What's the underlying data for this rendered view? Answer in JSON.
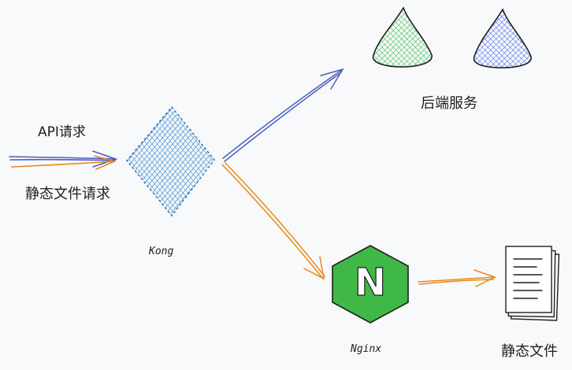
{
  "labels": {
    "api_request": "API请求",
    "static_request": "静态文件请求",
    "kong": "Kong",
    "backend": "后端服务",
    "nginx": "Nginx",
    "nginx_logo_letter": "N",
    "static_files": "静态文件"
  },
  "colors": {
    "blue_arrow": "#4a5fc1",
    "orange_arrow": "#e8891c",
    "kong_fill": "#4a90d9",
    "backend_green": "#40c057",
    "backend_blue": "#4c6ef5",
    "nginx_green": "#40b847",
    "stroke": "#1e1e1e"
  },
  "icons": {
    "kong": "diamond-icon",
    "backend_1": "green-cone-icon",
    "backend_2": "blue-cone-icon",
    "nginx": "nginx-logo-icon",
    "files": "document-stack-icon"
  }
}
